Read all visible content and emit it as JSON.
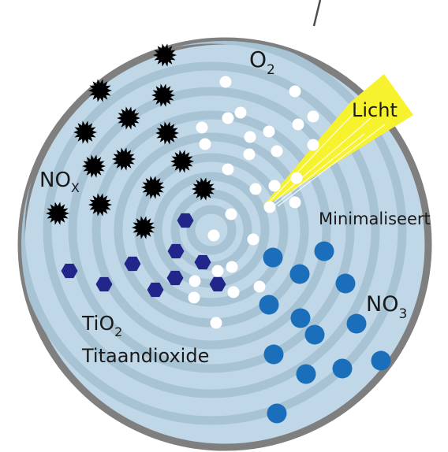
{
  "labels": {
    "o2": "O",
    "o2_sub": "2",
    "nox": "NO",
    "nox_sub": "X",
    "licht": "Licht",
    "minimaliseert": "Minimaliseert",
    "no3": "NO",
    "no3_sub": "3",
    "tio2": "TiO",
    "tio2_sub": "2",
    "titaandioxide": "Titaandioxide"
  },
  "colors": {
    "disc_fill": "#bfd7e6",
    "disc_border": "#7f7f7f",
    "rings": "#a7c3d4",
    "nox_particle": "#000000",
    "o2_particle": "#ffffff",
    "tio2_particle": "#22258a",
    "no3_particle": "#1b6fba",
    "light_beam": "#f7f22e"
  },
  "icons": {
    "nox": "spiky-particle-icon",
    "o2": "white-dot-icon",
    "tio2": "hexagon-icon",
    "no3": "blue-dot-icon",
    "light": "light-beam-icon"
  }
}
